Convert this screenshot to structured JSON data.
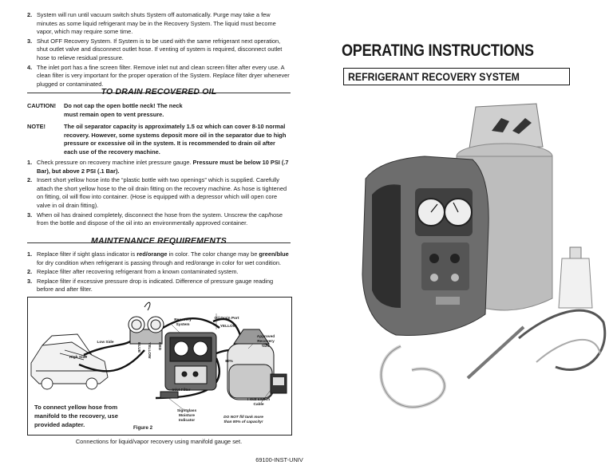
{
  "steps_top": [
    {
      "num": "2.",
      "text": "System will run until vacuum switch shuts System off automatically. Purge may take a few minutes as some liquid refrigerant may be in the Recovery System. The liquid must become vapor, which may require some time."
    },
    {
      "num": "3.",
      "text": "Shut OFF Recovery System. If System is to be used with the same refrigerant next operation, shut outlet valve and disconnect outlet hose. If venting of system is required, disconnect outlet hose to relieve residual pressure."
    },
    {
      "num": "4.",
      "text": "The inlet port has a fine screen filter. Remove inlet nut and clean screen filter after every use. A clean filter is very important for the proper operation of the System. Replace filter dryer whenever plugged or contaminated."
    }
  ],
  "drain": {
    "title": "TO DRAIN RECOVERED OIL",
    "caution_label": "CAUTION!",
    "caution_text": "Do not cap the open bottle neck! The neck must remain open to vent pressure.",
    "note_label": "NOTE!",
    "note_text": "The oil separator capacity is approximately 1.5 oz which can cover 8-10 normal recovery. However, some systems deposit more oil in the separator due to high pressure or excessive oil in the system. It is recommended to drain oil after each use of the recovery machine.",
    "steps": [
      {
        "num": "1.",
        "text_a": "Check pressure on recovery machine inlet pressure gauge. ",
        "text_b": "Pressure must be below 10 PSI (.7 Bar), but above 2 PSI (.1 Bar)."
      },
      {
        "num": "2.",
        "text": "Insert short yellow hose into the “plastic bottle with two openings” which is supplied. Carefully attach the short yellow hose to the oil drain fitting on the recovery machine. As hose is tightened on fitting, oil will flow into container. (Hose is equipped with a depressor which will open core valve in oil drain fitting)."
      },
      {
        "num": "3.",
        "text": "When oil has drained completely, disconnect the hose from the system. Unscrew the cap/hose from the bottle and dispose of the oil into an environmentally approved container."
      }
    ]
  },
  "maintenance": {
    "title": "MAINTENANCE REQUIREMENTS",
    "steps": [
      {
        "num": "1.",
        "text_a": "Replace filter if sight glass indicator is ",
        "bold_a": "red/orange",
        "text_b": " in color. The color change may be ",
        "bold_b": "green/blue",
        "text_c": " for dry condition when refrigerant is passing through and red/orange in color for wet condition."
      },
      {
        "num": "2.",
        "text": "Replace filter after recovering refrigerant from a known contaminated system."
      },
      {
        "num": "3.",
        "text": "Replace filter if excessive pressure drop is indicated. Difference of pressure gauge reading before and after filter."
      }
    ]
  },
  "figure": {
    "labels": {
      "recovery_system": "Recovery System",
      "oil_drain_port": "Oil Drain Port",
      "yellow": "YELLOW",
      "approved_tank": "Approved Recovery Tank",
      "low_side": "Low Side",
      "high_side": "High Side",
      "blue": "BLUE",
      "red": "RED",
      "yellow_v": "YELLOW",
      "pct": "80%",
      "inlet_filter": "Inlet Filter",
      "float_switch": "Float Switch Cable",
      "sightglass": "Sightglass Moisture Indicator",
      "do_not_fill": "DO NOT fill tank more than 80% of capacity!",
      "figure_number": "Figure 2"
    },
    "connect_note": "To connect yellow hose from manifold to the recovery, use provided adapter.",
    "caption": "Connections for liquid/vapor recovery using manifold gauge set."
  },
  "header": {
    "title": "OPERATING INSTRUCTIONS",
    "subtitle": "REFRIGERANT RECOVERY SYSTEM"
  },
  "footer_code": "69100-INST-UNIV",
  "colors": {
    "ink": "#1a1a1a",
    "machine": "#5a5a5a",
    "tank": "#b9b9b9"
  }
}
